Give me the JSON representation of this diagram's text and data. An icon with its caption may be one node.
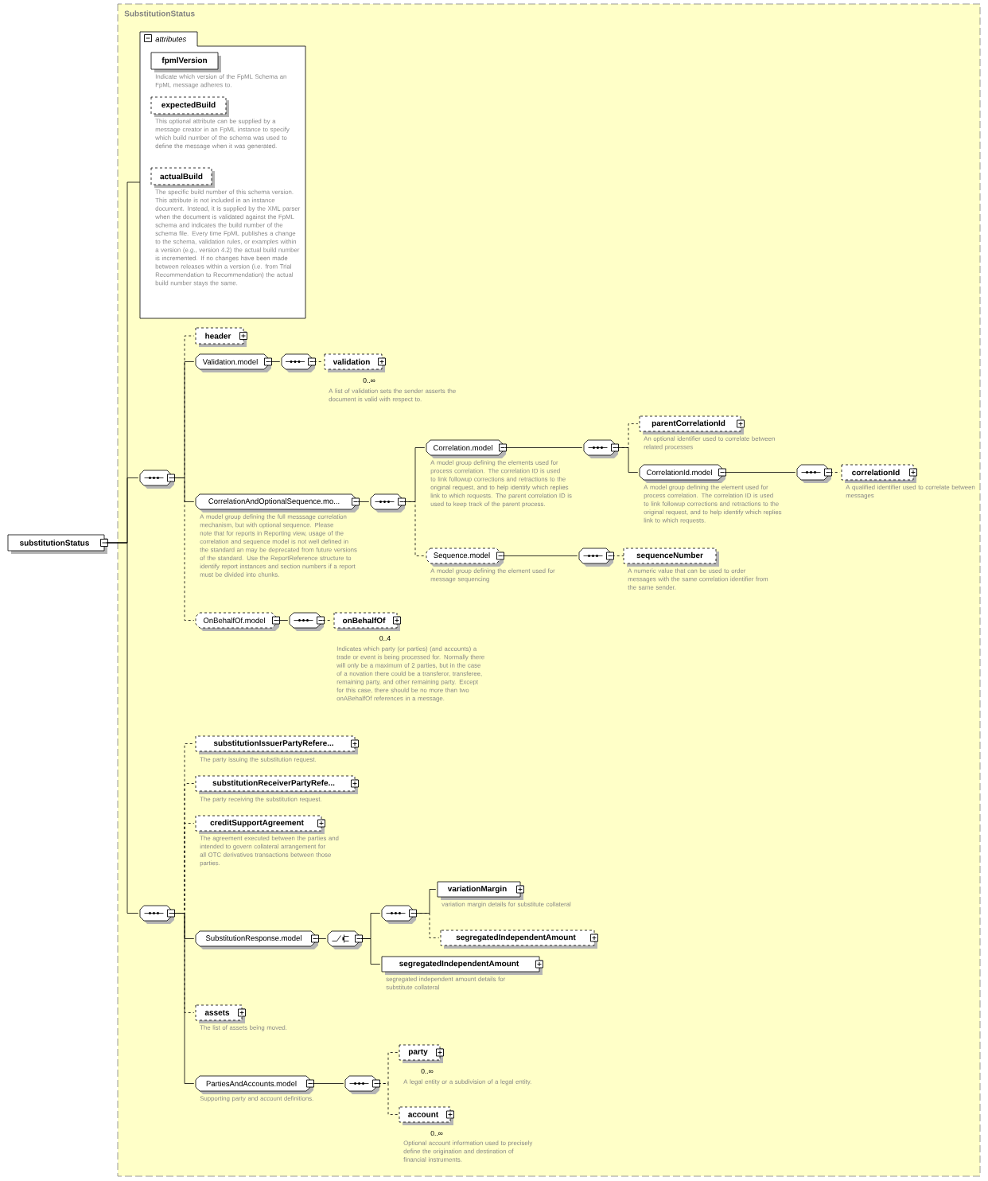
{
  "diagram": {
    "nodes": [
      {
        "text": [
          "SubstitutionStatus"
        ]
      },
      {
        "text": [
          "attributes"
        ],
        "in": 0
      },
      {
        "text": [
          "fpmlVersion"
        ],
        "in": 1,
        "beside": [
          "Indicate which version of the FpML Schema an FpML message adheres to."
        ]
      },
      {
        "text": [
          "expectedBuild"
        ],
        "in": 1,
        "beside": [
          "This optional attribute can be supplied by a message creator in an FpML instance to specify which build number of the schema was used to define the message when it was generated."
        ]
      },
      {
        "text": [
          "actualBuild"
        ],
        "in": 1,
        "beside": [
          "The specific build number of this schema version. This attribute is not included in an instance document. Instead, it is supplied by the XML parser when the document is validated against the FpML schema and indicates the build number of the schema file. Every time FpML publishes a change to the schema, validation rules, or examples within a version (e.g., version 4.2) the actual build number is incremented. If no changes have been made between releases within a version (i.e. from Trial Recommendation to Recommendation) the actual build number stays the same."
        ]
      },
      {
        "text": [
          "substitutionStatus"
        ]
      },
      {
        "text": [],
        "shape": "octagon",
        "in": 0
      },
      {
        "text": [
          "header"
        ],
        "in": 0
      },
      {
        "text": [
          "Validation.model"
        ],
        "in": 0
      },
      {
        "text": [],
        "shape": "octagon",
        "in": 0
      },
      {
        "text": [
          "validation"
        ],
        "in": 0,
        "beside": [
          "0..∞",
          "A list of validation sets the sender asserts the document is valid with respect to."
        ]
      },
      {
        "text": [
          "CorrelationAndOptionalSequence.mo..."
        ],
        "in": 0,
        "beside": [
          "A model group defining the full messsage correlation mechanism, but with optional sequence. Please note that for reports in Reporting view, usage of the correlation and sequence model is not well defined in the standard an may be deprecated from future versions of the standard. Use the ReportReference structure to identify report instances and section numbers if a report must be divided into chunks."
        ]
      },
      {
        "text": [],
        "shape": "octagon",
        "in": 0
      },
      {
        "text": [
          "Correlation.model"
        ],
        "in": 0,
        "beside": [
          "A model group defining the elements used for process correlation. The correlation ID is used to link followup corrections and retractions to the original request, and to help identify which replies link to which requests. The parent correlation ID is used to keep track of the parent process."
        ]
      },
      {
        "text": [],
        "shape": "octagon",
        "in": 0
      },
      {
        "text": [
          "parentCorrelationId"
        ],
        "in": 0,
        "beside": [
          "An optional identifier used to correlate between related processes"
        ]
      },
      {
        "text": [
          "CorrelationId.model"
        ],
        "in": 0,
        "beside": [
          "A model group defining the element used for process correlation. The correlation ID is used to link followup corrections and retractions to the original request, and to help identify which replies link to which requests."
        ]
      },
      {
        "text": [],
        "shape": "octagon",
        "in": 0
      },
      {
        "text": [
          "correlationId"
        ],
        "in": 0,
        "beside": [
          "A qualified identifier used to correlate between messages"
        ]
      },
      {
        "text": [
          "Sequence.model"
        ],
        "in": 0,
        "beside": [
          "A model group defining the element used for message sequencing"
        ]
      },
      {
        "text": [],
        "shape": "octagon",
        "in": 0
      },
      {
        "text": [
          "sequenceNumber"
        ],
        "in": 0,
        "beside": [
          "A numeric value that can be used to order messages with the same correlation identifier from the same sender."
        ]
      },
      {
        "text": [
          "OnBehalfOf.model"
        ],
        "in": 0
      },
      {
        "text": [],
        "shape": "octagon",
        "in": 0
      },
      {
        "text": [
          "onBehalfOf"
        ],
        "in": 0,
        "beside": [
          "0..4",
          "Indicates which party (or parties) (and accounts) a trade or event is being processed for. Normally there will only be a maximum of 2 parties, but in the case of a novation there could be a transferor, transferee, remaining party, and other remaining party. Except for this case, there should be no more than two onABehalfOf references in a message."
        ]
      },
      {
        "text": [],
        "shape": "octagon",
        "in": 0
      },
      {
        "text": [
          "substitutionIssuerPartyRefere..."
        ],
        "in": 0,
        "beside": [
          "The party issuing the substitution request."
        ]
      },
      {
        "text": [
          "substitutionReceiverPartyRefe..."
        ],
        "in": 0,
        "beside": [
          "The party receiving the substitution request."
        ]
      },
      {
        "text": [
          "creditSupportAgreement"
        ],
        "in": 0,
        "beside": [
          "The agreement executed between the parties and intended to govern collateral arrangement for all OTC derivatives transactions between those parties."
        ]
      },
      {
        "text": [
          "SubstitutionResponse.model"
        ],
        "in": 0
      },
      {
        "text": [],
        "shape": "octagon",
        "in": 0
      },
      {
        "text": [],
        "shape": "octagon",
        "in": 0
      },
      {
        "text": [
          "variationMargin"
        ],
        "in": 0,
        "beside": [
          "variation margin details for substitute collateral"
        ]
      },
      {
        "text": [
          "segregatedIndependentAmount"
        ],
        "in": 0
      },
      {
        "text": [
          "segregatedIndependentAmount"
        ],
        "in": 0,
        "beside": [
          "segregated independent amount details for substitute collateral"
        ]
      },
      {
        "text": [
          "assets"
        ],
        "in": 0,
        "beside": [
          "The list of assets being moved."
        ]
      },
      {
        "text": [
          "PartiesAndAccounts.model"
        ],
        "in": 0,
        "beside": [
          "Supporting party and account definitions."
        ]
      },
      {
        "text": [],
        "shape": "octagon",
        "in": 0
      },
      {
        "text": [
          "party"
        ],
        "in": 0,
        "beside": [
          "0..∞",
          "A legal entity or a subdivision of a legal entity."
        ]
      },
      {
        "text": [
          "account"
        ],
        "in": 0,
        "beside": [
          "0..∞",
          "Optional account information used to precisely define the origination and destination of financial instruments."
        ]
      }
    ],
    "edges": [
      {
        "from": 5,
        "to": 1,
        "arrow": "none"
      },
      {
        "from": 5,
        "to": 6,
        "arrow": "none"
      },
      {
        "from": 5,
        "to": 25,
        "arrow": "none"
      },
      {
        "from": 6,
        "to": 7,
        "arrow": "none",
        "style": "dashed"
      },
      {
        "from": 6,
        "to": 8,
        "arrow": "none"
      },
      {
        "from": 6,
        "to": 11,
        "arrow": "none"
      },
      {
        "from": 6,
        "to": 22,
        "arrow": "none",
        "style": "dashed"
      },
      {
        "from": 8,
        "to": 9,
        "arrow": "none"
      },
      {
        "from": 9,
        "to": 10,
        "arrow": "none",
        "style": "dashed"
      },
      {
        "from": 11,
        "to": 12,
        "arrow": "none"
      },
      {
        "from": 12,
        "to": 13,
        "arrow": "none"
      },
      {
        "from": 12,
        "to": 19,
        "arrow": "none",
        "style": "dashed"
      },
      {
        "from": 13,
        "to": 14,
        "arrow": "none"
      },
      {
        "from": 14,
        "to": 15,
        "arrow": "none",
        "style": "dashed"
      },
      {
        "from": 14,
        "to": 16,
        "arrow": "none"
      },
      {
        "from": 16,
        "to": 17,
        "arrow": "none"
      },
      {
        "from": 17,
        "to": 18,
        "arrow": "none",
        "style": "dashed"
      },
      {
        "from": 19,
        "to": 20,
        "arrow": "none"
      },
      {
        "from": 20,
        "to": 21,
        "arrow": "none",
        "style": "dashed"
      },
      {
        "from": 22,
        "to": 23,
        "arrow": "none"
      },
      {
        "from": 23,
        "to": 24,
        "arrow": "none",
        "style": "dashed"
      },
      {
        "from": 25,
        "to": 26,
        "arrow": "none",
        "style": "dashed"
      },
      {
        "from": 25,
        "to": 27,
        "arrow": "none",
        "style": "dashed"
      },
      {
        "from": 25,
        "to": 28,
        "arrow": "none",
        "style": "dashed"
      },
      {
        "from": 25,
        "to": 29,
        "arrow": "none"
      },
      {
        "from": 25,
        "to": 35,
        "arrow": "none",
        "style": "dashed"
      },
      {
        "from": 25,
        "to": 36,
        "arrow": "none"
      },
      {
        "from": 29,
        "to": 30,
        "arrow": "none"
      },
      {
        "from": 30,
        "to": 31,
        "arrow": "none"
      },
      {
        "from": 30,
        "to": 34,
        "arrow": "none"
      },
      {
        "from": 31,
        "to": 32,
        "arrow": "none"
      },
      {
        "from": 31,
        "to": 33,
        "arrow": "none",
        "style": "dashed"
      },
      {
        "from": 36,
        "to": 37,
        "arrow": "none"
      },
      {
        "from": 37,
        "to": 38,
        "arrow": "none",
        "style": "dashed"
      },
      {
        "from": 37,
        "to": 39,
        "arrow": "none",
        "style": "dashed"
      }
    ]
  }
}
